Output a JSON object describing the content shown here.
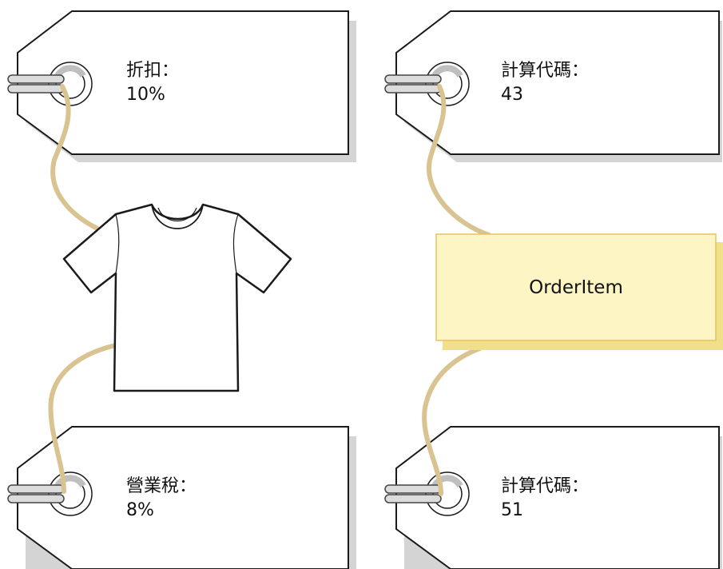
{
  "tags": [
    {
      "id": "discount",
      "label": "折扣：",
      "value": "10%"
    },
    {
      "id": "calc-code-top",
      "label": "計算代碼：",
      "value": "43"
    },
    {
      "id": "sales-tax",
      "label": "營業稅：",
      "value": "8%"
    },
    {
      "id": "calc-code-bottom",
      "label": "計算代碼：",
      "value": "51"
    }
  ],
  "object_box": {
    "label": "OrderItem"
  },
  "colors": {
    "tag_fill": "#ffffff",
    "tag_stroke": "#1a1a1a",
    "tag_shadow": "#d4d4d4",
    "string": "#d8c391",
    "ring_gray": "#bfbfbf",
    "box_fill": "#fdf6c4",
    "box_stroke": "#e8c35a",
    "box_shadow": "#f1e08a"
  },
  "icons": [
    "tshirt-icon",
    "grommet-icon"
  ]
}
